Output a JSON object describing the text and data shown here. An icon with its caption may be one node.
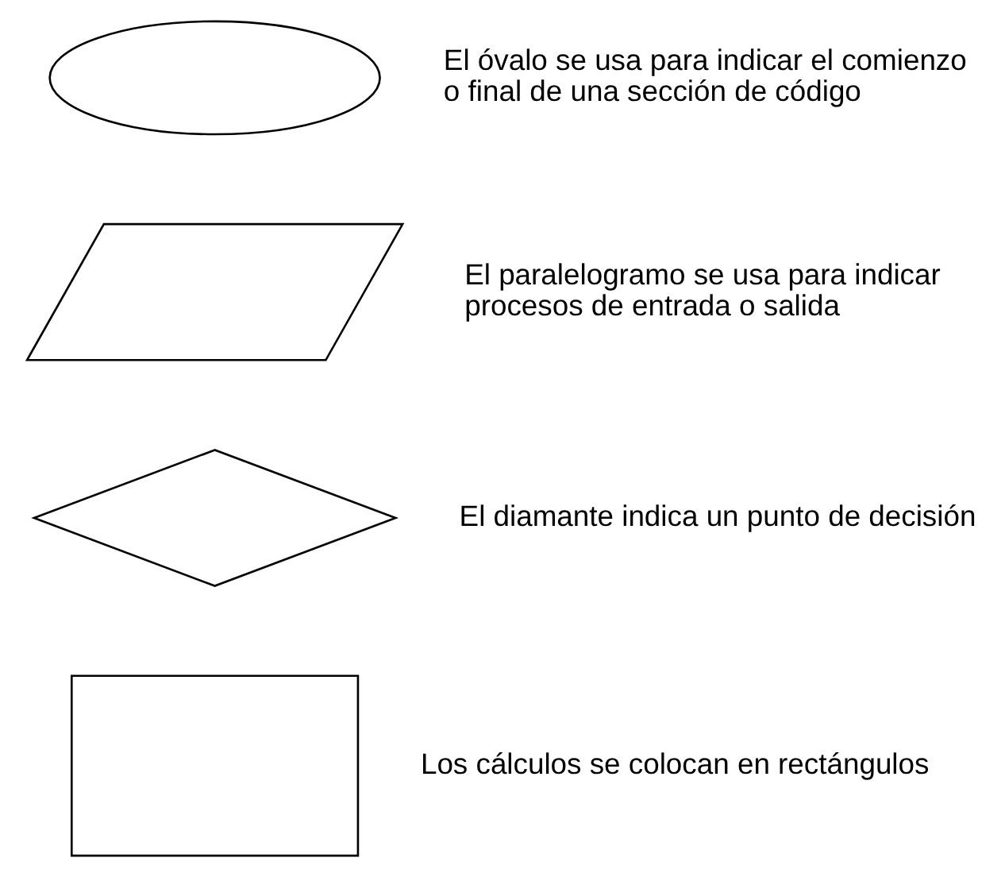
{
  "diagram": {
    "nodes": [
      {
        "text": [],
        "shape": "oval",
        "beside": [
          "El óvalo se usa para indicar el comienzo o final de una sección de código"
        ]
      },
      {
        "text": [],
        "shape": "parallelogram",
        "beside": [
          "El paralelogramo se usa para indicar procesos de entrada o salida"
        ]
      },
      {
        "text": [],
        "shape": "diamond",
        "beside": [
          "El diamante indica un punto de decisión"
        ]
      },
      {
        "text": [],
        "shape": "box",
        "beside": [
          "Los cálculos se colocan en rectángulos"
        ]
      }
    ]
  }
}
